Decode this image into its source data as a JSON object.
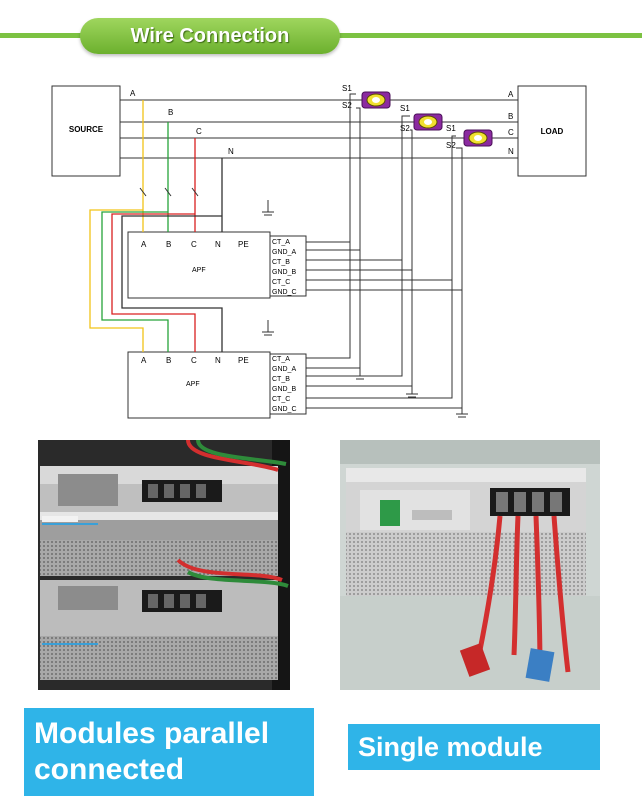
{
  "header": {
    "title": "Wire Connection"
  },
  "diagram": {
    "source_label": "SOURCE",
    "load_label": "LOAD",
    "phases": [
      "A",
      "B",
      "C",
      "N"
    ],
    "load_phases": [
      "A",
      "B",
      "C",
      "N"
    ],
    "ct_labels": [
      {
        "s1": "S1",
        "s2": "S2"
      },
      {
        "s1": "S1",
        "s2": "S2"
      },
      {
        "s1": "S1",
        "s2": "S2"
      }
    ],
    "apf_label": "APF",
    "apf_terminals": [
      "A",
      "B",
      "C",
      "N",
      "PE"
    ],
    "apf_signals": [
      "CT_A",
      "GND_A",
      "CT_B",
      "GND_B",
      "CT_C",
      "GND_C"
    ],
    "wire_colors": {
      "A": "#f2c318",
      "B": "#27a33a",
      "C": "#d92020",
      "other": "#333333"
    }
  },
  "photos": {
    "left_caption_line1": "Modules parallel",
    "left_caption_line2": "connected",
    "right_caption": "Single module"
  }
}
